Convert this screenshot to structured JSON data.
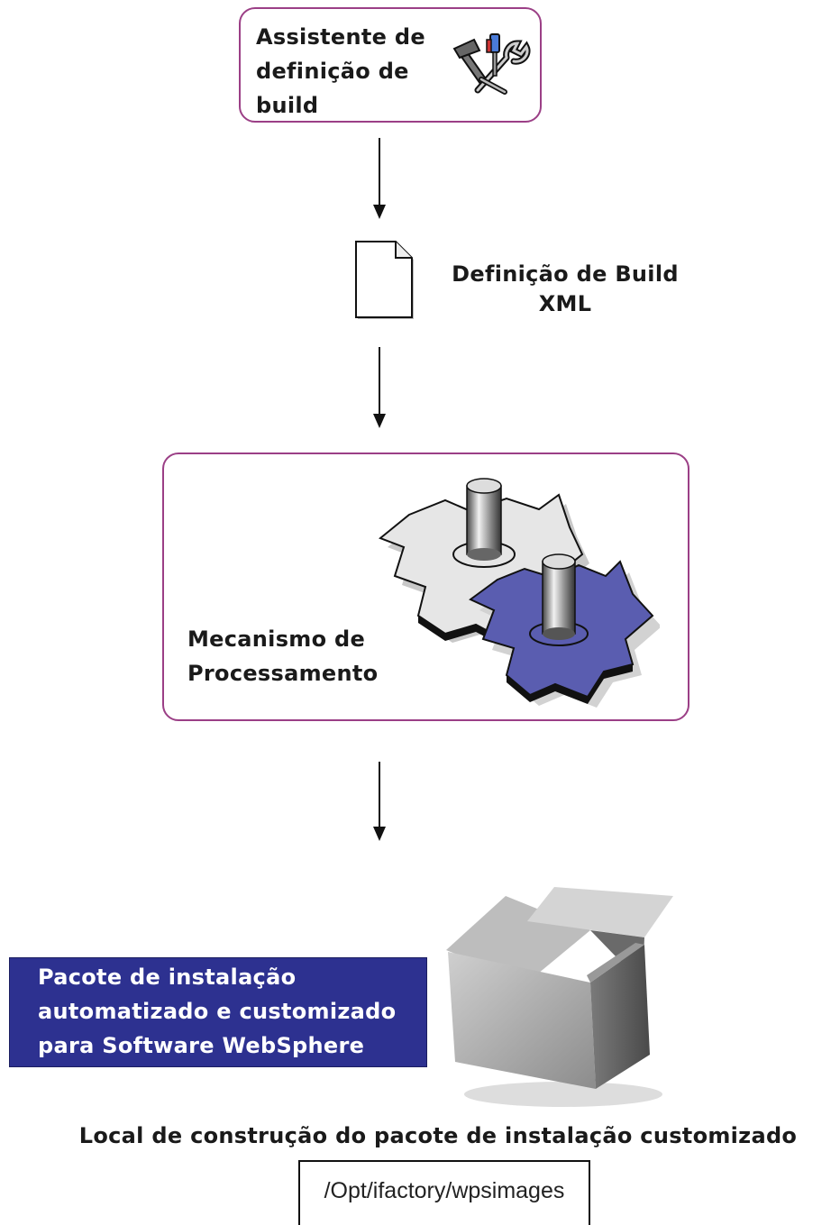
{
  "wizard": {
    "lines": [
      "Assistente de",
      "definição de",
      "build"
    ],
    "icon": "tools-icon"
  },
  "build_definition": {
    "lines": [
      "Definição de Build",
      "XML"
    ],
    "icon": "document-icon"
  },
  "engine": {
    "lines": [
      "Mecanismo de",
      "Processamento"
    ],
    "icon": "gears-icon"
  },
  "package": {
    "lines": [
      "Pacote de instalação",
      "automatizado e customizado",
      "para Software WebSphere"
    ],
    "icon": "box-icon",
    "panel_color": "#2d3190"
  },
  "location": {
    "title": "Local de construção do pacote de instalação customizado",
    "path": "/Opt/ifactory/wpsimages"
  },
  "colors": {
    "box_border": "#9b3f86",
    "gear_blue": "#5a5db0",
    "gear_gray": "#dcdcdc"
  }
}
